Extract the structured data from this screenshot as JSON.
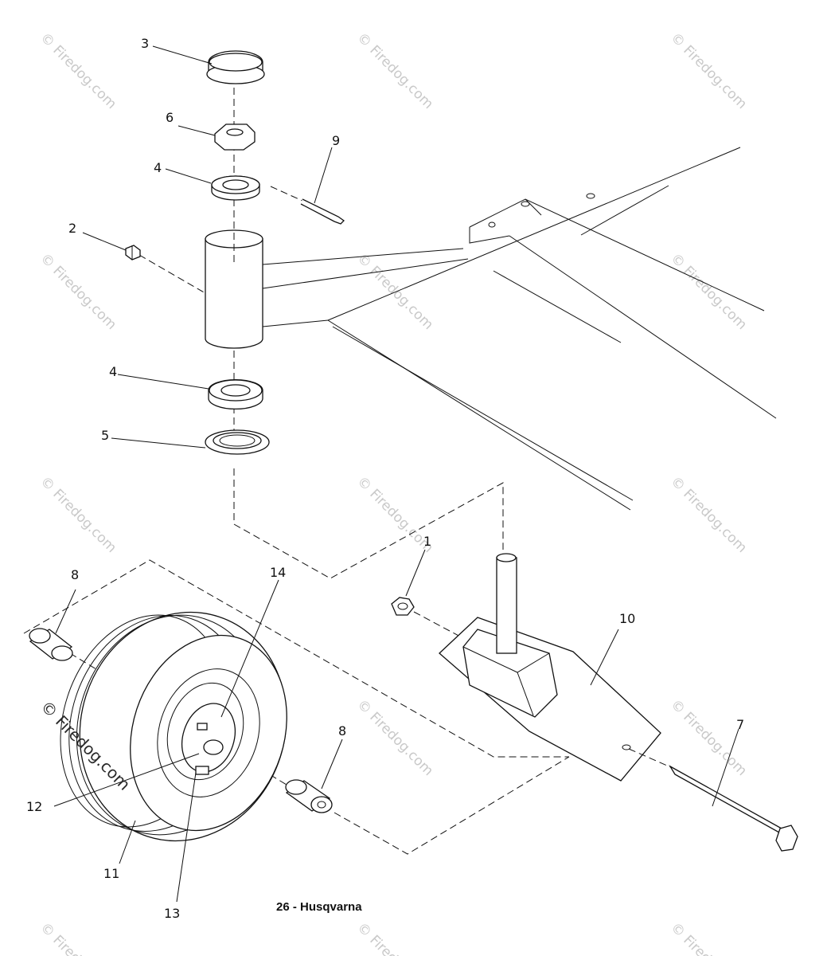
{
  "watermark": {
    "text": "© Firedog.com",
    "color": "#c9c9c9"
  },
  "diagram": {
    "caption": "26 - Husqvarna",
    "callouts": [
      {
        "id": "c1",
        "label": "1"
      },
      {
        "id": "c2",
        "label": "2"
      },
      {
        "id": "c3",
        "label": "3"
      },
      {
        "id": "c4a",
        "label": "4"
      },
      {
        "id": "c4b",
        "label": "4"
      },
      {
        "id": "c5",
        "label": "5"
      },
      {
        "id": "c6",
        "label": "6"
      },
      {
        "id": "c7",
        "label": "7"
      },
      {
        "id": "c8a",
        "label": "8"
      },
      {
        "id": "c8b",
        "label": "8"
      },
      {
        "id": "c9",
        "label": "9"
      },
      {
        "id": "c10",
        "label": "10"
      },
      {
        "id": "c11",
        "label": "11"
      },
      {
        "id": "c12",
        "label": "12"
      },
      {
        "id": "c13",
        "label": "13"
      },
      {
        "id": "c14",
        "label": "14"
      }
    ]
  }
}
